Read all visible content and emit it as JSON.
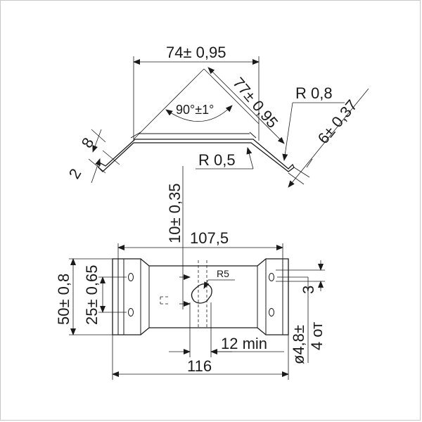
{
  "dimensions": {
    "top_width": "74± 0,95",
    "side_length": "77± 0,95",
    "angle": "90°±1°",
    "radius_outer": "R 0,8",
    "flange_height": "6± 0,37",
    "radius_inner": "R 0,5",
    "lip_width": "8",
    "lip_height": "2",
    "center_offset": "10± 0,35",
    "mid_width": "107,5",
    "total_height": "50± 0,8",
    "hole_spacing_v": "25± 0,65",
    "slot_radius": "R5",
    "hole_offset": "3",
    "slot_min": "12 min",
    "total_width": "116",
    "hole_diameter": "ø4,8±",
    "hole_count": "4 от"
  }
}
